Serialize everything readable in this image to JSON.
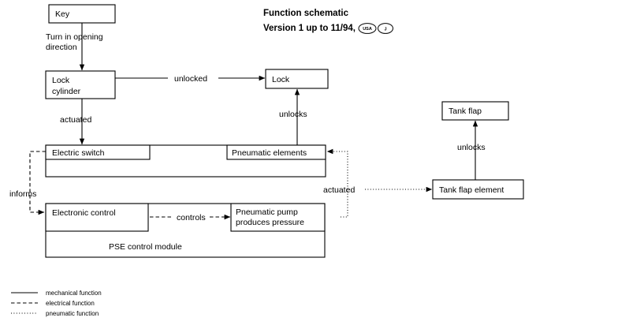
{
  "title": {
    "line1": "Function schematic",
    "line2_prefix": "Version 1 up to 11/94,",
    "badge_usa": "USA",
    "badge_j": "J"
  },
  "boxes": {
    "key": "Key",
    "lock_cylinder": "Lock\ncylinder",
    "lock_cylinder_l1": "Lock",
    "lock_cylinder_l2": "cylinder",
    "lock": "Lock",
    "electric_switch": "Electric switch",
    "pneumatic_elements": "Pneumatic elements",
    "electronic_control": "Electronic control",
    "pneumatic_pump_l1": "Pneumatic pump",
    "pneumatic_pump_l2": "produces pressure",
    "pse_control_module": "PSE control module",
    "tank_flap": "Tank flap",
    "tank_flap_element": "Tank flap element"
  },
  "edge_labels": {
    "turn_l1": "Turn in opening",
    "turn_l2": "direction",
    "unlocked": "unlocked",
    "unlocks_lock": "unlocks",
    "actuated_switch": "actuated",
    "informs": "informs",
    "controls": "controls",
    "actuated_tank": "actuated",
    "unlocks_tank": "unlocks"
  },
  "legend": {
    "items": [
      {
        "style": "solid",
        "label": "mechanical function"
      },
      {
        "style": "dashed",
        "label": "electrical  function"
      },
      {
        "style": "dotted",
        "label": "pneumatic function"
      }
    ]
  },
  "colors": {
    "stroke": "#000000",
    "background": "#ffffff"
  }
}
